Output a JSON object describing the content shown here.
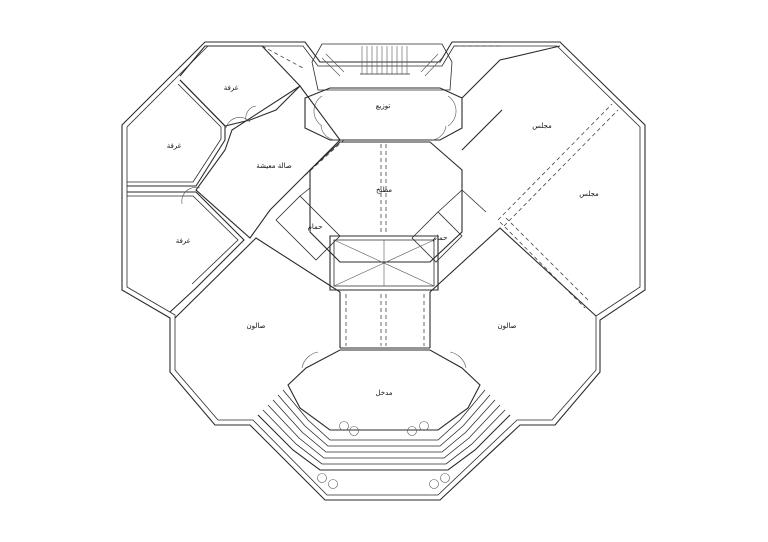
{
  "rooms": {
    "room_top": "غرفة",
    "room_left": "غرفة",
    "room_bottom": "غرفة",
    "family_hall": "صالة معيشة",
    "distribution": "توزيع",
    "kitchen": "مطبخ",
    "bath_left": "حمام",
    "bath_right": "حمام",
    "majlis_top": "مجلس",
    "majlis_right": "مجلس",
    "salon_left": "صالون",
    "salon_right": "صالون",
    "entrance": "مدخل"
  }
}
